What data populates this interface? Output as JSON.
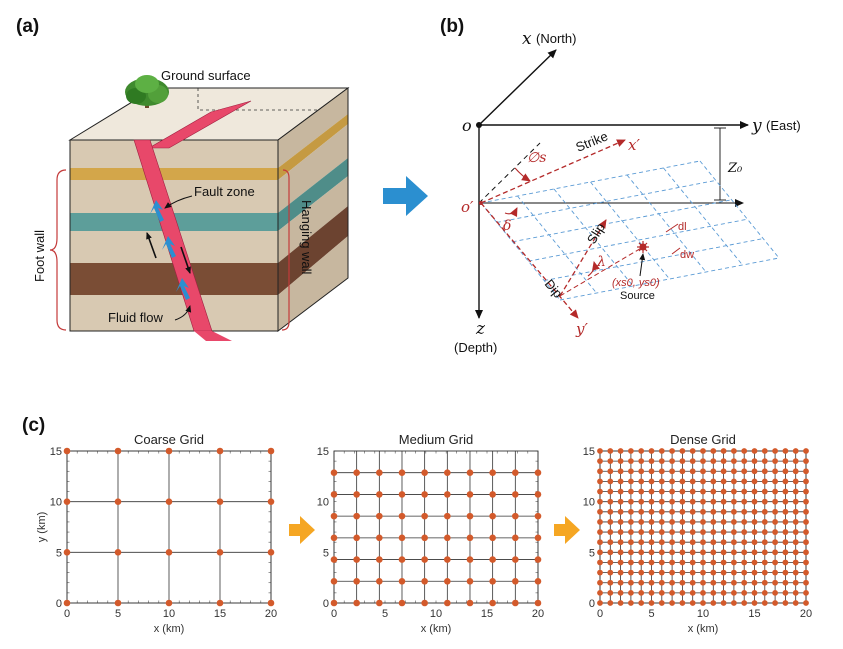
{
  "panels": {
    "a": {
      "label": "(a)",
      "ground_surface": "Ground surface",
      "fault_zone": "Fault zone",
      "foot_wall": "Foot wall",
      "hanging_wall": "Hanging wall",
      "fluid_flow": "Fluid flow"
    },
    "b": {
      "label": "(b)",
      "x_axis": "(North)",
      "y_axis": "(East)",
      "z_axis": "(Depth)",
      "origin": "o",
      "origin_prime": "o′",
      "x_sym": "x",
      "y_sym": "y",
      "z_sym": "z",
      "xprime": "x′",
      "yprime": "y′",
      "z0": "Z₀",
      "strike": "Strike",
      "dip": "Dip",
      "slip": "Slip",
      "phi_s": "∅s",
      "delta": "δ",
      "lambda": "λ",
      "dl": "dl",
      "dw": "dw",
      "source_coord": "(xs0, ys0)",
      "source": "Source"
    },
    "c": {
      "label": "(c)"
    }
  },
  "colors": {
    "fault": "#e8486a",
    "arrow_blue": "#2b8fd0",
    "arrow_orange": "#f5a623",
    "grid_point": "#d35a2b",
    "red_dash": "#b42a2a",
    "blue_dash": "#5b9bd5"
  },
  "chart_data": [
    {
      "type": "scatter",
      "title": "Coarse Grid",
      "xlabel": "x (km)",
      "ylabel": "y (km)",
      "xlim": [
        0,
        20
      ],
      "ylim": [
        0,
        15
      ],
      "xticks": [
        0,
        5,
        10,
        15,
        20
      ],
      "yticks": [
        0,
        5,
        10,
        15
      ],
      "grid_step_x": 5,
      "grid_step_y": 5,
      "grid": true
    },
    {
      "type": "scatter",
      "title": "Medium Grid",
      "xlabel": "x (km)",
      "ylabel": "",
      "xlim": [
        0,
        20
      ],
      "ylim": [
        0,
        15
      ],
      "xticks": [
        0,
        5,
        10,
        15,
        20
      ],
      "yticks": [
        0,
        5,
        10,
        15
      ],
      "grid_step_x": 2.222,
      "grid_step_y": 2.143,
      "grid": true
    },
    {
      "type": "scatter",
      "title": "Dense Grid",
      "xlabel": "x (km)",
      "ylabel": "",
      "xlim": [
        0,
        20
      ],
      "ylim": [
        0,
        15
      ],
      "xticks": [
        0,
        5,
        10,
        15,
        20
      ],
      "yticks": [
        0,
        5,
        10,
        15
      ],
      "grid_step_x": 1.0,
      "grid_step_y": 1.0,
      "grid": true
    }
  ]
}
